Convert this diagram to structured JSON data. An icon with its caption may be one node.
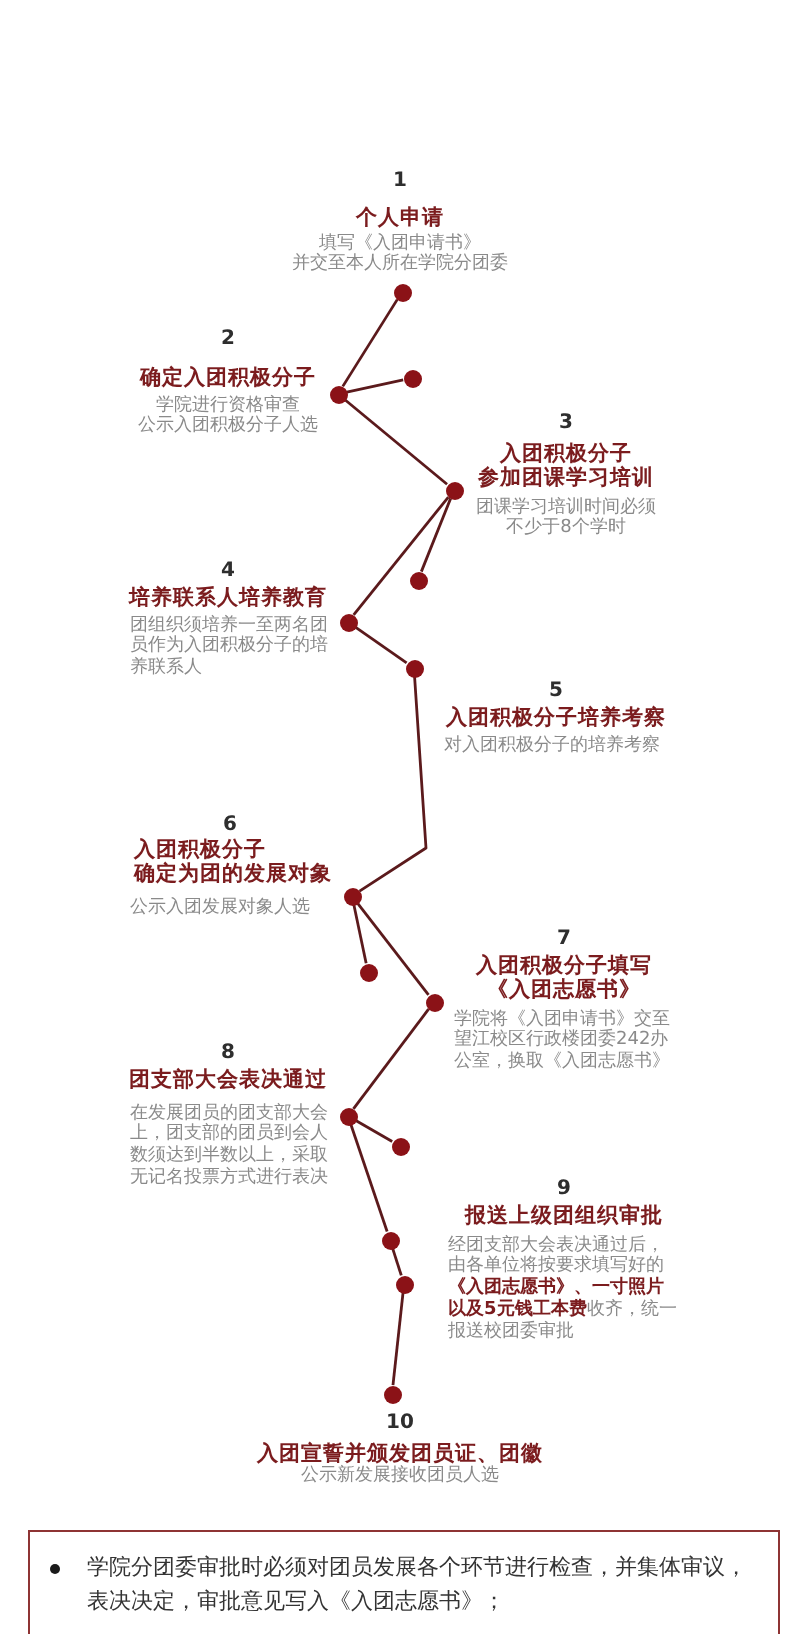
{
  "diagram": {
    "nodes": [
      {
        "text": [],
        "shape": "circle",
        "beside": [
          "1",
          "个人申请",
          "填写《入团申请书》并交至本人所在学院分团委"
        ]
      },
      {
        "text": [],
        "shape": "circle"
      },
      {
        "text": [],
        "shape": "circle",
        "beside": [
          "2",
          "确定入团积极分子",
          "学院进行资格审查公示入团积极分子人选"
        ]
      },
      {
        "text": [],
        "shape": "circle",
        "beside": [
          "3",
          "入团积极分子参加团课学习培训",
          "团课学习培训时间必须不少于8个学时"
        ]
      },
      {
        "text": [],
        "shape": "circle"
      },
      {
        "text": [],
        "shape": "circle",
        "beside": [
          "4",
          "培养联系人培养教育",
          "团组织须培养一至两名团员作为入团积极分子的培养联系人"
        ]
      },
      {
        "text": [],
        "shape": "circle",
        "beside": [
          "5",
          "入团积极分子培养考察",
          "对入团积极分子的培养考察"
        ]
      },
      {
        "text": [],
        "shape": "circle",
        "beside": [
          "6",
          "入团积极分子确定为团的发展对象",
          "公示入团发展对象人选"
        ]
      },
      {
        "text": [],
        "shape": "circle"
      },
      {
        "text": [],
        "shape": "circle",
        "beside": [
          "7",
          "入团积极分子填写《入团志愿书》",
          "学院将《入团申请书》交至望江校区行政楼团委242办公室，换取《入团志愿书》"
        ]
      },
      {
        "text": [],
        "shape": "circle",
        "beside": [
          "8",
          "团支部大会表决通过",
          "在发展团员的团支部大会上，团支部的团员到会人数须达到半数以上，采取无记名投票方式进行表决"
        ]
      },
      {
        "text": [],
        "shape": "circle"
      },
      {
        "text": [],
        "shape": "circle",
        "beside": [
          "9",
          "报送上级团组织审批",
          "经团支部大会表决通过后，由各单位将按要求填写好的**《入团志愿书》、一寸照片以及5元钱工本费**收齐，统一报送校团委审批"
        ]
      },
      {
        "text": [],
        "shape": "circle"
      },
      {
        "text": [],
        "shape": "circle",
        "beside": [
          "10",
          "入团宣誓并颁发团员证、团徽",
          "公示新发展接收团员人选"
        ]
      },
      {
        "text": [
          "学院分团委审批时必须对团员发展各个环节进行检查，并集体审议，表决决定，审批意见写入《入团志愿书》；"
        ]
      }
    ],
    "edges": [
      {
        "from": 0,
        "to": 2,
        "arrow": "none"
      },
      {
        "from": 2,
        "to": 1,
        "arrow": "none"
      },
      {
        "from": 2,
        "to": 3,
        "arrow": "none"
      },
      {
        "from": 3,
        "to": 4,
        "arrow": "none"
      },
      {
        "from": 3,
        "to": 5,
        "arrow": "none"
      },
      {
        "from": 5,
        "to": 6,
        "arrow": "none"
      },
      {
        "from": 6,
        "to": 7,
        "arrow": "none"
      },
      {
        "from": 7,
        "to": 8,
        "arrow": "none"
      },
      {
        "from": 7,
        "to": 9,
        "arrow": "none"
      },
      {
        "from": 9,
        "to": 10,
        "arrow": "none"
      },
      {
        "from": 10,
        "to": 11,
        "arrow": "none"
      },
      {
        "from": 10,
        "to": 12,
        "arrow": "none"
      },
      {
        "from": 12,
        "to": 13,
        "arrow": "none"
      },
      {
        "from": 13,
        "to": 14,
        "arrow": "none"
      }
    ]
  }
}
